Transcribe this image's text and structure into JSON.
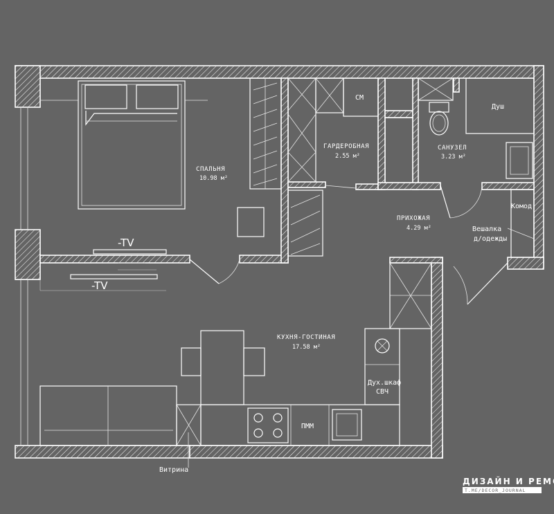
{
  "rooms": {
    "bedroom": {
      "name": "СПАЛЬНЯ",
      "area": "10.98 м²"
    },
    "wardrobe": {
      "name": "ГАРДЕРОБНАЯ",
      "area": "2.55 м²"
    },
    "bathroom": {
      "name": "САНУЗЕЛ",
      "area": "3.23 м²"
    },
    "hallway": {
      "name": "ПРИХОЖАЯ",
      "area": "4.29 м²"
    },
    "kitchen": {
      "name": "КУХНЯ-ГОСТИНАЯ",
      "area": "17.58 м²"
    }
  },
  "labels": {
    "washer": "СМ",
    "shower": "Душ",
    "dresser": "Комод",
    "hanger_line1": "Вешалка",
    "hanger_line2": "д/одежды",
    "tv_bedroom": "-TV",
    "tv_living": "-TV",
    "oven_line1": "Дух.шкаф",
    "oven_line2": "СВЧ",
    "dishwasher": "ПММ",
    "showcase": "Витрина"
  },
  "brand": {
    "name": "ДИЗАЙН И РЕМОНТ",
    "handle": "T.ME/DECOR_JOURNAL"
  }
}
